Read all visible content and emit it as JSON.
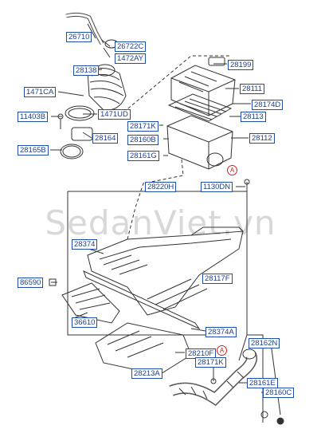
{
  "watermark": "SedanViet.vn",
  "accent_color": "#1e4fa8",
  "marker_color": "#d42020",
  "callouts": {
    "p26710": "26710",
    "p26722C": "26722C",
    "p1472AY": "1472AY",
    "p28138": "28138",
    "p28199": "28199",
    "p1471CA": "1471CA",
    "p28111": "28111",
    "p28174D": "28174D",
    "p11403B": "11403B",
    "p1471UD": "1471UD",
    "p28113": "28113",
    "p28171K_top": "28171K",
    "p28164": "28164",
    "p28112": "28112",
    "p28160B": "28160B",
    "p28165B": "28165B",
    "p28161G": "28161G",
    "p28220H": "28220H",
    "p1130DN": "1130DN",
    "p28374": "28374",
    "p28117F": "28117F",
    "p86590": "86590",
    "p36610": "36610",
    "p28374A": "28374A",
    "p28162N": "28162N",
    "p28210F": "28210F",
    "p28171K_bot": "28171K",
    "p28213A": "28213A",
    "p28161E": "28161E",
    "p28160C": "28160C"
  },
  "markers": {
    "a1": "A",
    "a2": "A"
  }
}
